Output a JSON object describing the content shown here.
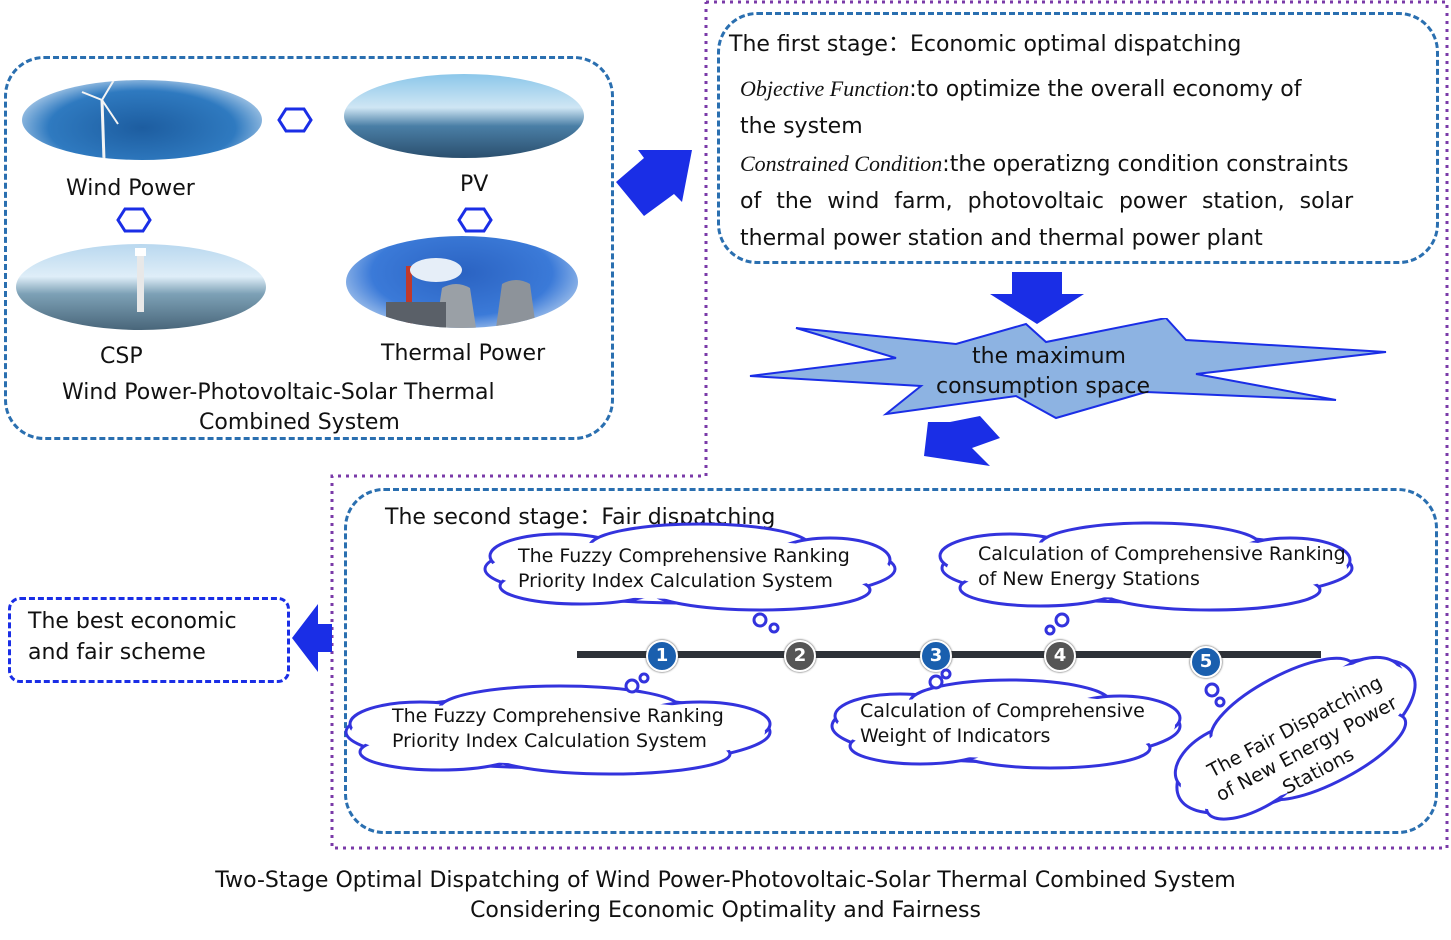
{
  "system": {
    "wind_label": "Wind Power",
    "pv_label": "PV",
    "csp_label": "CSP",
    "thermal_label": "Thermal Power",
    "title_line1": "Wind Power-Photovoltaic-Solar Thermal",
    "title_line2": "Combined System"
  },
  "stage1": {
    "title": "The first stage：Economic optimal dispatching",
    "objective_label": "Objective Function",
    "objective_text_1": ":to optimize the overall economy of",
    "objective_text_2": "the system",
    "constraint_label": "Constrained Condition",
    "constraint_text_1": ":the operatizng condition constraints",
    "constraint_text_2": "of the wind farm, photovoltaic power station, solar",
    "constraint_text_3": "thermal power station and thermal power plant"
  },
  "burst": {
    "line1": "the maximum",
    "line2": "consumption space"
  },
  "stage2": {
    "title": "The second stage：Fair dispatching",
    "cloud_top_left": [
      "The Fuzzy Comprehensive Ranking",
      "Priority Index Calculation System"
    ],
    "cloud_top_right": [
      "Calculation of Comprehensive Ranking",
      "of New Energy Stations"
    ],
    "cloud_bottom_left": [
      "The Fuzzy Comprehensive Ranking",
      "Priority Index Calculation System"
    ],
    "cloud_bottom_mid": [
      "Calculation  of  Comprehensive",
      "Weight of Indicators"
    ],
    "cloud_bottom_right": [
      "The Fair Dispatching",
      "of New Energy Power",
      "Stations"
    ],
    "steps": [
      "1",
      "2",
      "3",
      "4",
      "5"
    ]
  },
  "result": {
    "line1": "The  best  economic",
    "line2": "and fair scheme"
  },
  "caption": {
    "line1": "Two-Stage Optimal Dispatching of Wind Power-Photovoltaic-Solar Thermal Combined System",
    "line2": "Considering Economic Optimality and Fairness"
  },
  "colors": {
    "arrow_blue": "#1a2ee6",
    "dash_blue": "#2a6fb0",
    "dot_purple": "#7a3aa8",
    "cloud_outline": "#3333dd",
    "burst_fill": "#8db3e2",
    "step_blue": "#1a5fae",
    "step_gray": "#555555"
  }
}
